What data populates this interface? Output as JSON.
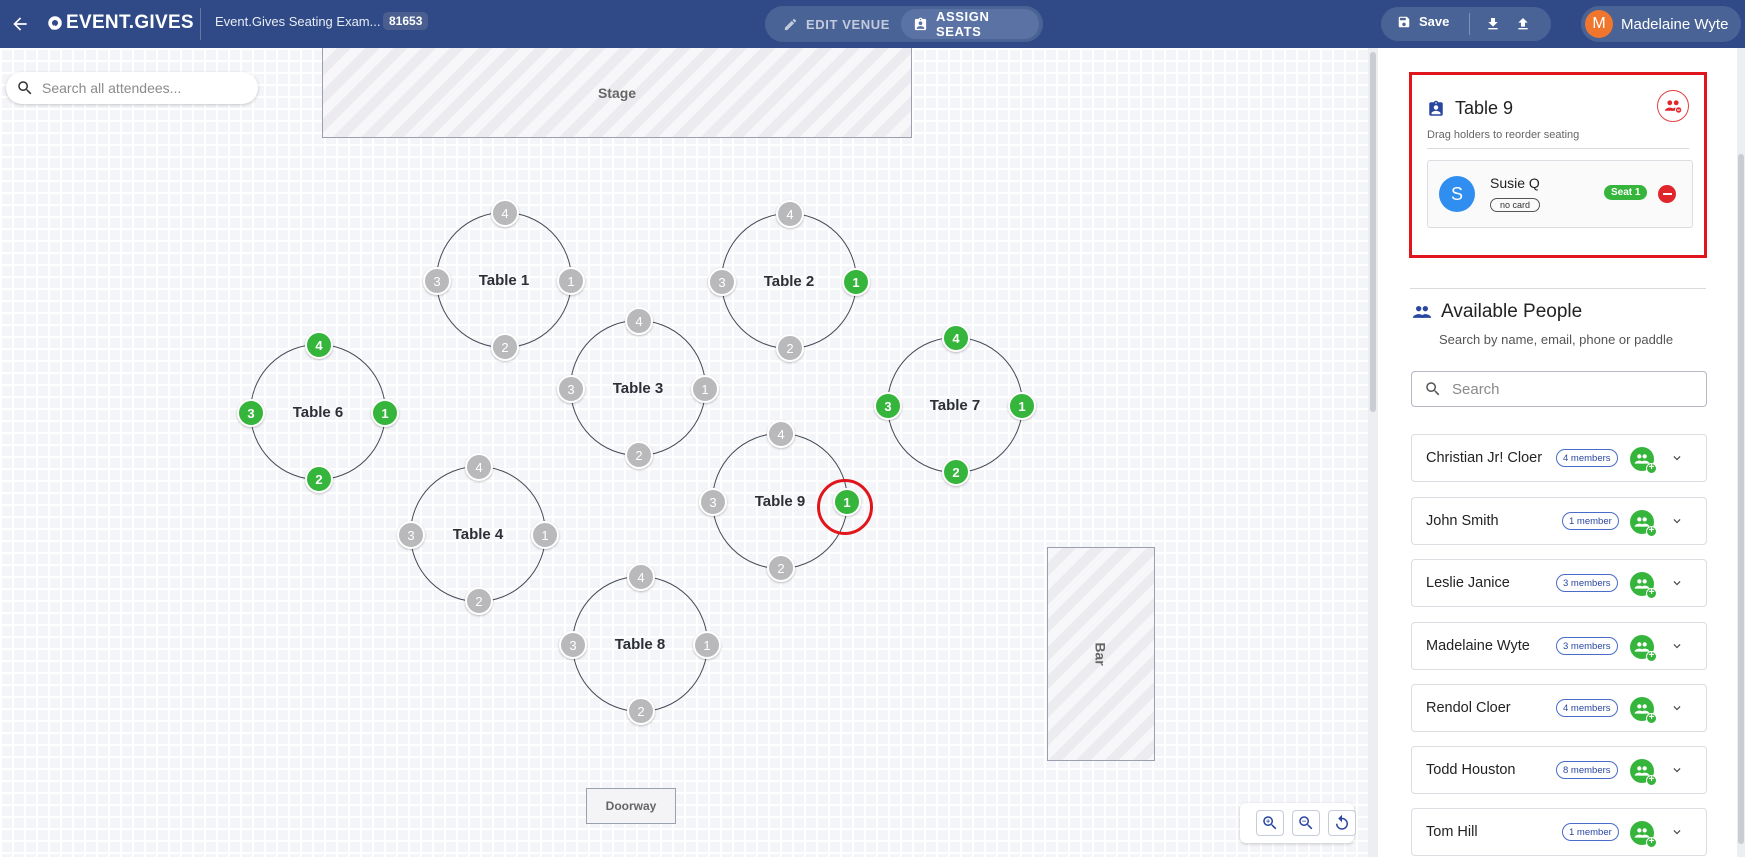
{
  "header": {
    "logo_text": "EVENT.GIVES",
    "event_title": "Event.Gives Seating Exam...",
    "event_id": "81653",
    "mode_edit_label": "EDIT VENUE",
    "mode_assign_label": "ASSIGN SEATS",
    "save_label": "Save",
    "user_initial": "M",
    "user_name": "Madelaine Wyte"
  },
  "canvas": {
    "search_placeholder": "Search all attendees...",
    "stage_label": "Stage",
    "bar_label": "Bar",
    "doorway_label": "Doorway",
    "tables": [
      {
        "id": "table-1",
        "label": "Table 1",
        "seats": [
          {
            "n": "1",
            "filled": false
          },
          {
            "n": "2",
            "filled": false
          },
          {
            "n": "3",
            "filled": false
          },
          {
            "n": "4",
            "filled": false
          }
        ]
      },
      {
        "id": "table-2",
        "label": "Table 2",
        "seats": [
          {
            "n": "1",
            "filled": true
          },
          {
            "n": "2",
            "filled": false
          },
          {
            "n": "3",
            "filled": false
          },
          {
            "n": "4",
            "filled": false
          }
        ]
      },
      {
        "id": "table-3",
        "label": "Table 3",
        "seats": [
          {
            "n": "1",
            "filled": false
          },
          {
            "n": "2",
            "filled": false
          },
          {
            "n": "3",
            "filled": false
          },
          {
            "n": "4",
            "filled": false
          }
        ]
      },
      {
        "id": "table-4",
        "label": "Table 4",
        "seats": [
          {
            "n": "1",
            "filled": false
          },
          {
            "n": "2",
            "filled": false
          },
          {
            "n": "3",
            "filled": false
          },
          {
            "n": "4",
            "filled": false
          }
        ]
      },
      {
        "id": "table-6",
        "label": "Table 6",
        "seats": [
          {
            "n": "1",
            "filled": true
          },
          {
            "n": "2",
            "filled": true
          },
          {
            "n": "3",
            "filled": true
          },
          {
            "n": "4",
            "filled": true
          }
        ]
      },
      {
        "id": "table-7",
        "label": "Table 7",
        "seats": [
          {
            "n": "1",
            "filled": true
          },
          {
            "n": "2",
            "filled": true
          },
          {
            "n": "3",
            "filled": true
          },
          {
            "n": "4",
            "filled": true
          }
        ]
      },
      {
        "id": "table-8",
        "label": "Table 8",
        "seats": [
          {
            "n": "1",
            "filled": false
          },
          {
            "n": "2",
            "filled": false
          },
          {
            "n": "3",
            "filled": false
          },
          {
            "n": "4",
            "filled": false
          }
        ]
      },
      {
        "id": "table-9",
        "label": "Table 9",
        "seats": [
          {
            "n": "1",
            "filled": true
          },
          {
            "n": "2",
            "filled": false
          },
          {
            "n": "3",
            "filled": false
          },
          {
            "n": "4",
            "filled": false
          }
        ]
      }
    ]
  },
  "selected_table": {
    "title": "Table 9",
    "subtitle": "Drag holders to reorder seating",
    "holder": {
      "initial": "S",
      "name": "Susie Q",
      "card_status": "no card",
      "seat_label": "Seat 1"
    }
  },
  "available": {
    "heading": "Available People",
    "subheading": "Search by name, email, phone or paddle",
    "search_placeholder": "Search",
    "people": [
      {
        "name": "Christian Jr! Cloer",
        "members": "4 members"
      },
      {
        "name": "John Smith",
        "members": "1 member"
      },
      {
        "name": "Leslie Janice",
        "members": "3 members"
      },
      {
        "name": "Madelaine Wyte",
        "members": "3 members"
      },
      {
        "name": "Rendol Cloer",
        "members": "4 members"
      },
      {
        "name": "Todd Houston",
        "members": "8 members"
      },
      {
        "name": "Tom Hill",
        "members": "1 member"
      }
    ]
  },
  "colors": {
    "header_bg": "#2f4a86",
    "seat_filled": "#35b53b",
    "seat_empty": "#b9b9bc",
    "highlight": "#e0161c",
    "accent_blue": "#2f8ef0"
  }
}
